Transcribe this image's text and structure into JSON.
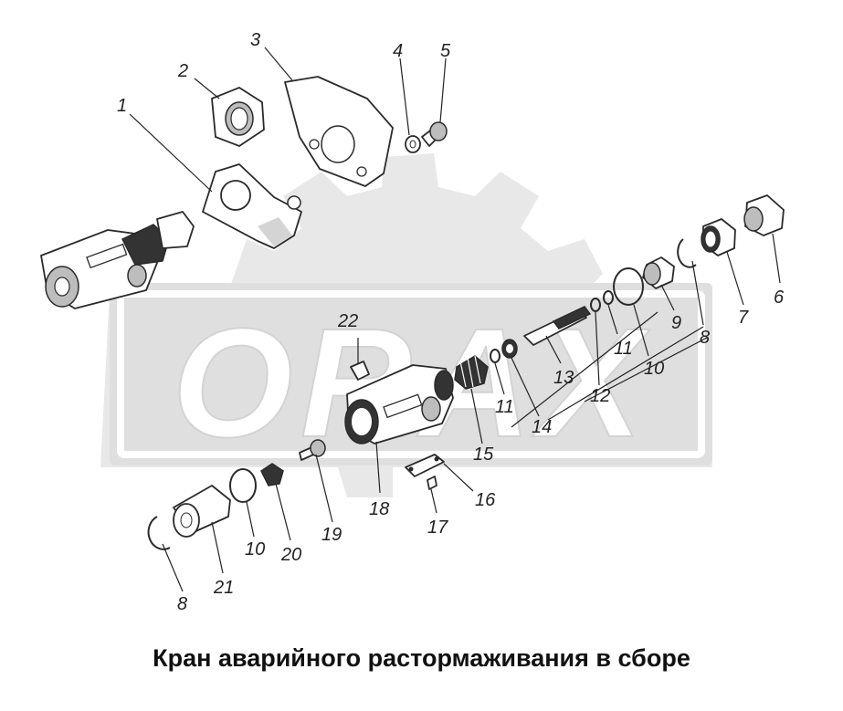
{
  "title": "Кран аварийного растормаживания в сборе",
  "watermark": "ORAX",
  "callouts": [
    {
      "id": "c1",
      "text": "1"
    },
    {
      "id": "c2",
      "text": "2"
    },
    {
      "id": "c3",
      "text": "3"
    },
    {
      "id": "c4",
      "text": "4"
    },
    {
      "id": "c5",
      "text": "5"
    },
    {
      "id": "c6",
      "text": "6"
    },
    {
      "id": "c7",
      "text": "7"
    },
    {
      "id": "c8a",
      "text": "8"
    },
    {
      "id": "c9",
      "text": "9"
    },
    {
      "id": "c10a",
      "text": "10"
    },
    {
      "id": "c11a",
      "text": "11"
    },
    {
      "id": "c12",
      "text": "12"
    },
    {
      "id": "c13",
      "text": "13"
    },
    {
      "id": "c11b",
      "text": "11"
    },
    {
      "id": "c14",
      "text": "14"
    },
    {
      "id": "c15",
      "text": "15"
    },
    {
      "id": "c22",
      "text": "22"
    },
    {
      "id": "c16",
      "text": "16"
    },
    {
      "id": "c17",
      "text": "17"
    },
    {
      "id": "c18",
      "text": "18"
    },
    {
      "id": "c19",
      "text": "19"
    },
    {
      "id": "c20",
      "text": "20"
    },
    {
      "id": "c10b",
      "text": "10"
    },
    {
      "id": "c21",
      "text": "21"
    },
    {
      "id": "c8b",
      "text": "8"
    }
  ]
}
